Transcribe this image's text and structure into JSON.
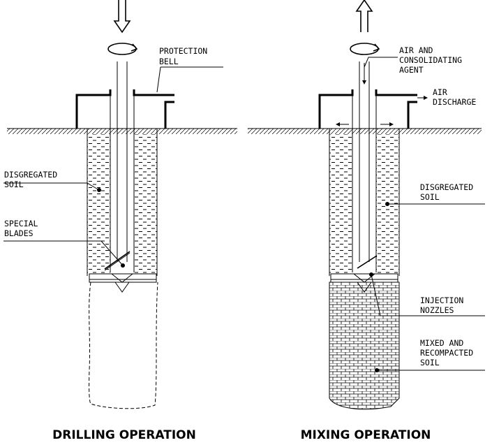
{
  "labels": {
    "protection_bell": [
      "PROTECTION",
      "BELL"
    ],
    "disgregated_soil_left": [
      "DISGREGATED",
      "SOIL"
    ],
    "special_blades": [
      "SPECIAL",
      "BLADES"
    ],
    "air_consolidating_agent": [
      "AIR AND",
      "CONSOLIDATING",
      "AGENT"
    ],
    "air_discharge": [
      "AIR",
      "DISCHARGE"
    ],
    "disgregated_soil_right": [
      "DISGREGATED",
      "SOIL"
    ],
    "injection_nozzles": [
      "INJECTION",
      "NOZZLES"
    ],
    "mixed_recompacted_soil": [
      "MIXED AND",
      "RECOMPACTED",
      "SOIL"
    ]
  },
  "captions": {
    "left": "DRILLING OPERATION",
    "right": "MIXING OPERATION"
  },
  "arrows": {
    "left": "down",
    "right": "up"
  }
}
